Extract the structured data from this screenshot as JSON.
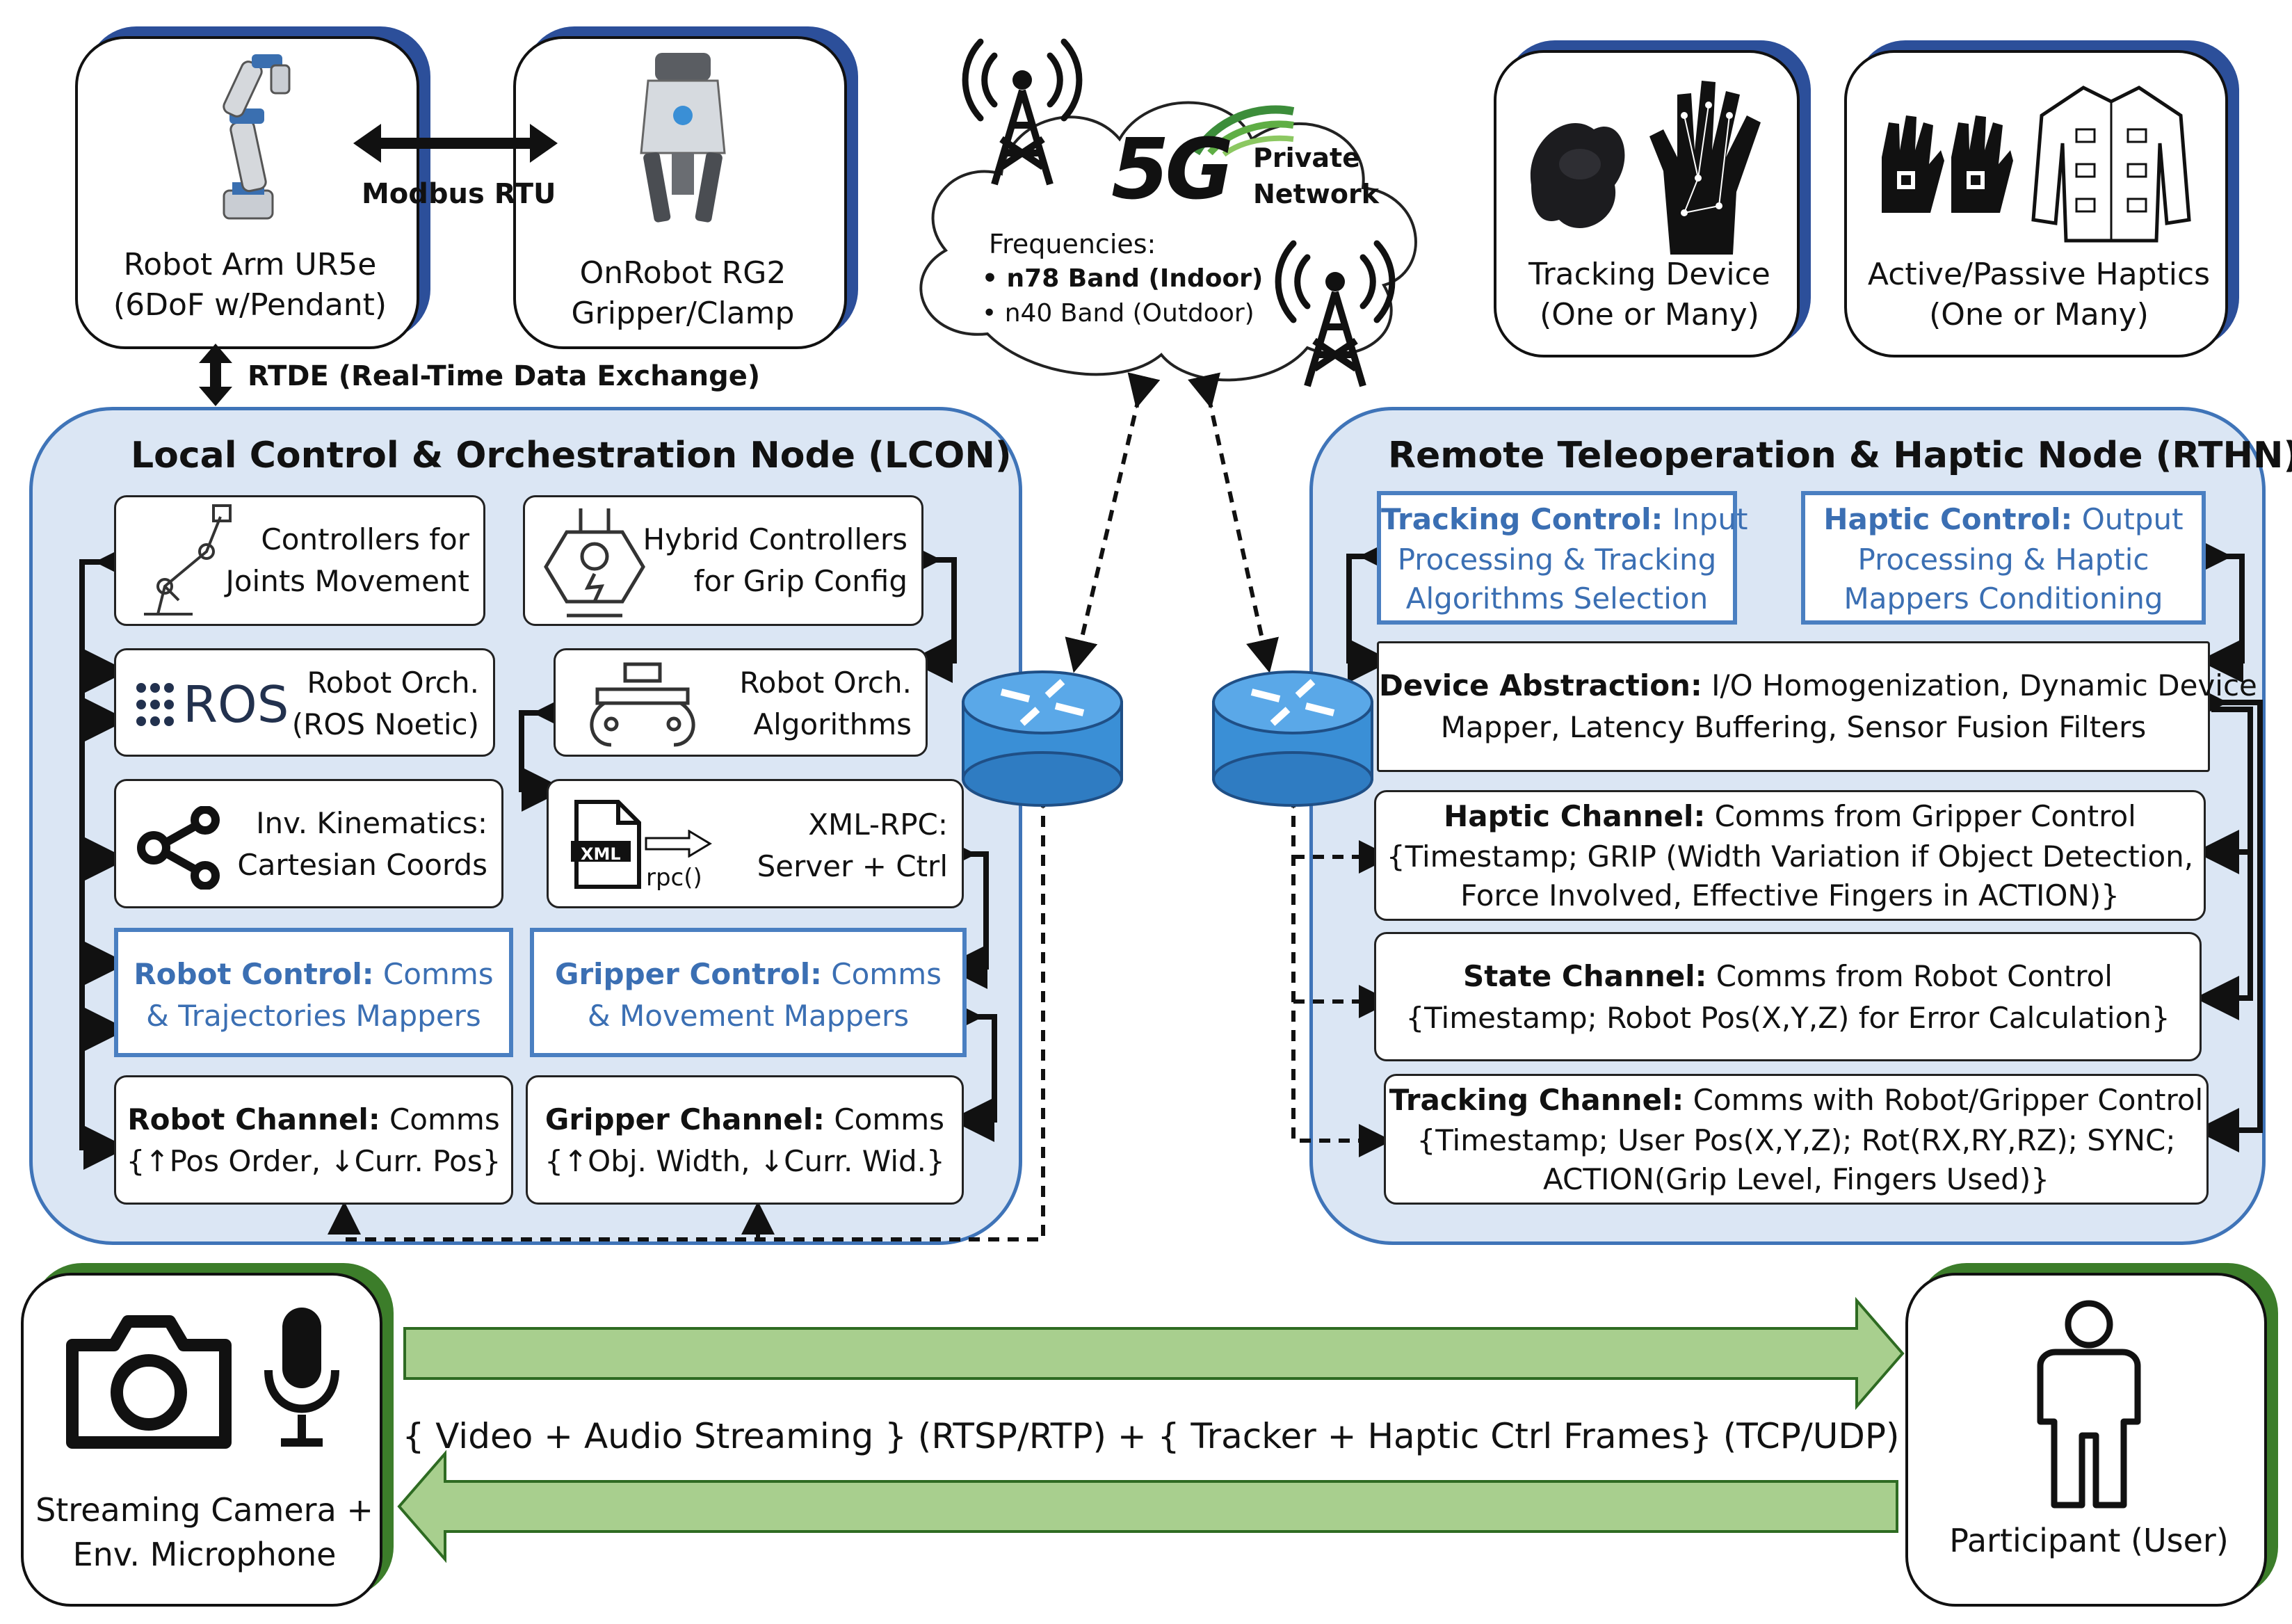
{
  "top_left": {
    "robot_arm": {
      "line1": "Robot Arm UR5e",
      "line2": "(6DoF w/Pendant)"
    },
    "gripper": {
      "line1": "OnRobot RG2",
      "line2": "Gripper/Clamp"
    },
    "modbus_label": "Modbus RTU",
    "rtde_label": "RTDE (Real-Time Data Exchange)"
  },
  "cloud": {
    "logo_5g": "5G",
    "private": "Private",
    "network": "Network",
    "freq_title": "Frequencies:",
    "freq_1": "n78 Band (Indoor)",
    "freq_2": "n40 Band (Outdoor)"
  },
  "top_right": {
    "tracking_device": {
      "line1": "Tracking Device",
      "line2": "(One or Many)"
    },
    "haptics": {
      "line1": "Active/Passive Haptics",
      "line2": "(One or Many)"
    }
  },
  "lcon": {
    "title": "Local Control & Orchestration Node (LCON)",
    "joints": {
      "line1": "Controllers for",
      "line2": "Joints Movement"
    },
    "hybrid": {
      "line1": "Hybrid Controllers",
      "line2": "for Grip Config"
    },
    "ros_logo": "ROS",
    "ros_orch": {
      "line1": "Robot Orch.",
      "line2": "(ROS Noetic)"
    },
    "algo_orch": {
      "line1": "Robot Orch.",
      "line2": "Algorithms"
    },
    "ik": {
      "line1": "Inv. Kinematics:",
      "line2": "Cartesian Coords"
    },
    "xmlrpc": {
      "line1": "XML-RPC:",
      "line2": "Server + Ctrl",
      "xml_tag": "XML",
      "rpc": "rpc()"
    },
    "robot_control": {
      "bold": "Robot Control:",
      "rest": " Comms",
      "line2": "& Trajectories Mappers"
    },
    "gripper_control": {
      "bold": "Gripper Control:",
      "rest": " Comms",
      "line2": "& Movement Mappers"
    },
    "robot_channel": {
      "bold": "Robot Channel:",
      "rest": " Comms",
      "line2": "{↑Pos Order, ↓Curr. Pos}"
    },
    "gripper_channel": {
      "bold": "Gripper Channel:",
      "rest": " Comms",
      "line2": "{↑Obj. Width, ↓Curr. Wid.}"
    }
  },
  "rthn": {
    "title": "Remote Teleoperation & Haptic Node (RTHN)",
    "tracking_control": {
      "bold": "Tracking Control:",
      "rest": " Input",
      "line2": "Processing & Tracking",
      "line3": "Algorithms Selection"
    },
    "haptic_control": {
      "bold": "Haptic Control:",
      "rest": " Output",
      "line2": "Processing & Haptic",
      "line3": "Mappers Conditioning"
    },
    "device_abstraction": {
      "bold": "Device Abstraction:",
      "rest": " I/O Homogenization, Dynamic Device",
      "line2": "Mapper, Latency Buffering, Sensor Fusion Filters"
    },
    "haptic_channel": {
      "bold": "Haptic Channel:",
      "rest": " Comms from Gripper Control",
      "line2": "{Timestamp; GRIP (Width Variation if Object Detection,",
      "line3": "Force Involved, Effective Fingers in ACTION)}"
    },
    "state_channel": {
      "bold": "State Channel:",
      "rest": " Comms from Robot Control",
      "line2": "{Timestamp; Robot Pos(X,Y,Z) for Error Calculation}"
    },
    "tracking_channel": {
      "bold": "Tracking Channel:",
      "rest": " Comms with Robot/Gripper Control",
      "line2": "{Timestamp; User Pos(X,Y,Z); Rot(RX,RY,RZ); SYNC;",
      "line3": "ACTION(Grip Level, Fingers Used)}"
    }
  },
  "bottom": {
    "camera": {
      "line1": "Streaming Camera +",
      "line2": "Env. Microphone"
    },
    "participant": "Participant (User)",
    "stream_label": "{ Video + Audio Streaming } (RTSP/RTP) + { Tracker + Haptic Ctrl Frames} (TCP/UDP)"
  },
  "colors": {
    "node_fill": "#dbe6f4",
    "node_border": "#3f74b8",
    "accent_blue": "#3b6fb3",
    "arrow_green": "#a8cf8e",
    "router_blue": "#3a8fd6"
  }
}
